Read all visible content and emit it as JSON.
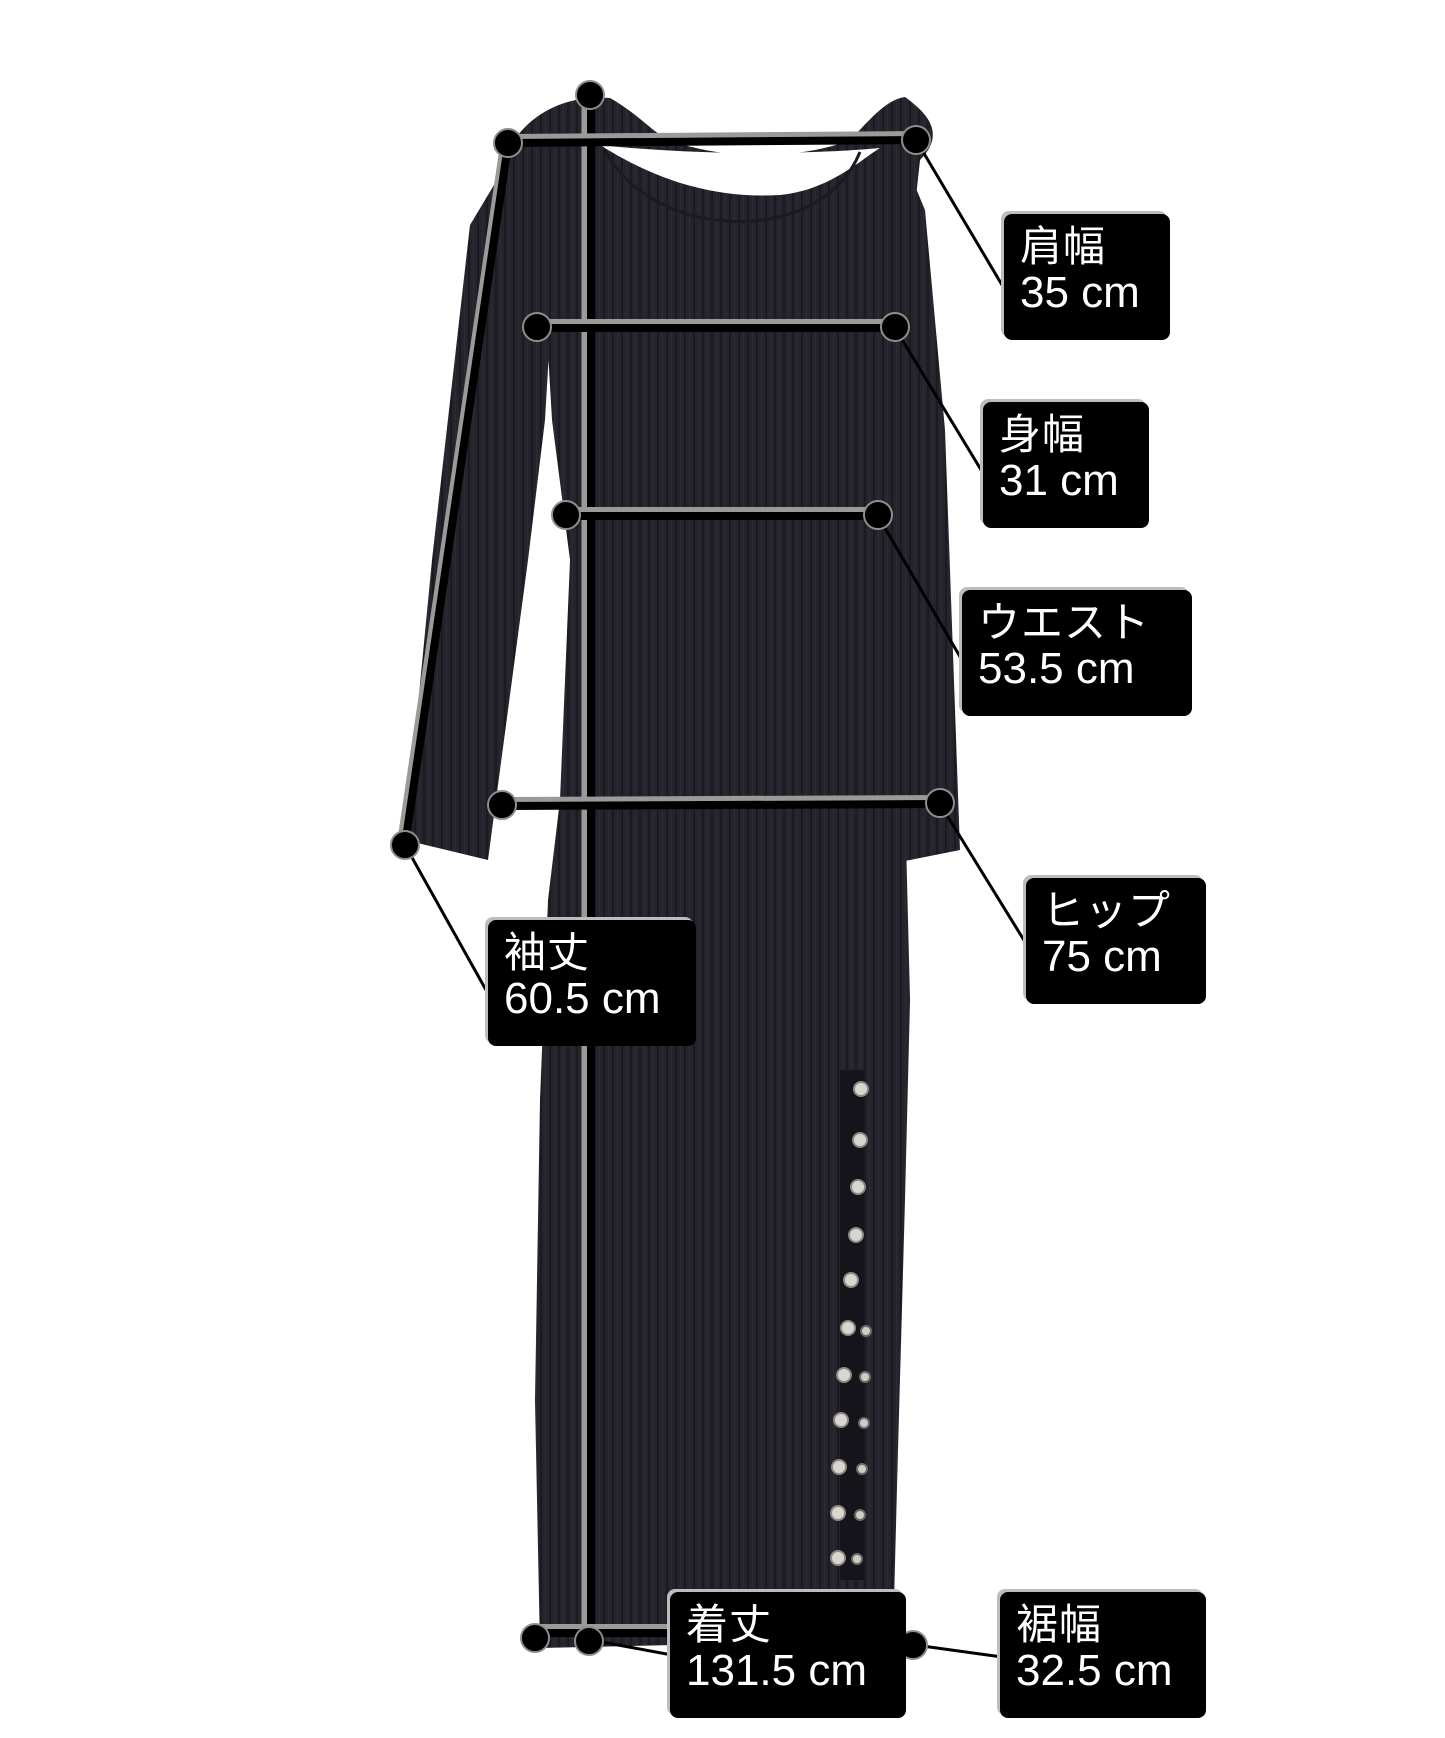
{
  "image": {
    "subject": "black ribbed long-sleeve knit dress with side slit snap buttons",
    "background_color": "#ffffff",
    "garment_color": "#24222a",
    "marker_color": "#000000",
    "outline_color": "#9a9a9a"
  },
  "measurements": [
    {
      "id": "shoulder",
      "name": "肩幅",
      "value": "35 cm"
    },
    {
      "id": "body_width",
      "name": "身幅",
      "value": "31 cm"
    },
    {
      "id": "waist",
      "name": "ウエスト",
      "value": "53.5 cm"
    },
    {
      "id": "hip",
      "name": "ヒップ",
      "value": "75 cm"
    },
    {
      "id": "sleeve_length",
      "name": "袖丈",
      "value": "60.5 cm"
    },
    {
      "id": "total_length",
      "name": "着丈",
      "value": "131.5 cm"
    },
    {
      "id": "hem_width",
      "name": "裾幅",
      "value": "32.5 cm"
    }
  ]
}
